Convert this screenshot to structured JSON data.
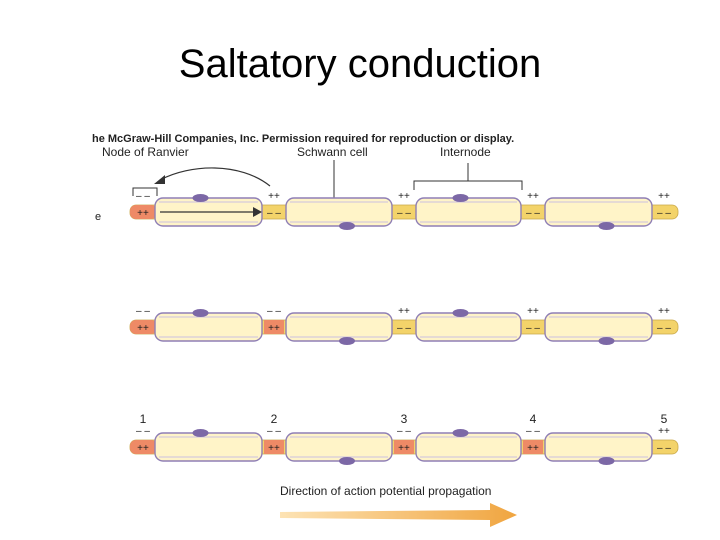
{
  "slide": {
    "title": "Saltatory conduction"
  },
  "figure": {
    "copyright": "he McGraw-Hill Companies, Inc. Permission required for reproduction or display.",
    "labels": {
      "node_of_ranvier": "Node of Ranvier",
      "schwann_cell": "Schwann cell",
      "internode": "Internode"
    },
    "node_numbers": [
      "1",
      "2",
      "3",
      "4",
      "5"
    ],
    "left_edge_marks": [
      "e"
    ],
    "direction_label": "Direction of action potential propagation",
    "charges": {
      "negative": "– –",
      "positive": "++"
    },
    "rows": [
      {
        "row": 1,
        "nodes_state": [
          "depolarized",
          "resting",
          "resting",
          "resting",
          "resting"
        ]
      },
      {
        "row": 2,
        "nodes_state": [
          "depolarized",
          "depolarized",
          "resting",
          "resting",
          "resting"
        ]
      },
      {
        "row": 3,
        "nodes_state": [
          "depolarized",
          "depolarized",
          "depolarized",
          "depolarized",
          "resting"
        ]
      }
    ],
    "colors": {
      "axon_resting": "#f3d36a",
      "axon_active": "#ee8a66",
      "myelin": "#fff4c8",
      "myelin_border": "#8f7fb5",
      "schwann_nucleus": "#7c68a6",
      "arrow": "#f0a540"
    }
  }
}
